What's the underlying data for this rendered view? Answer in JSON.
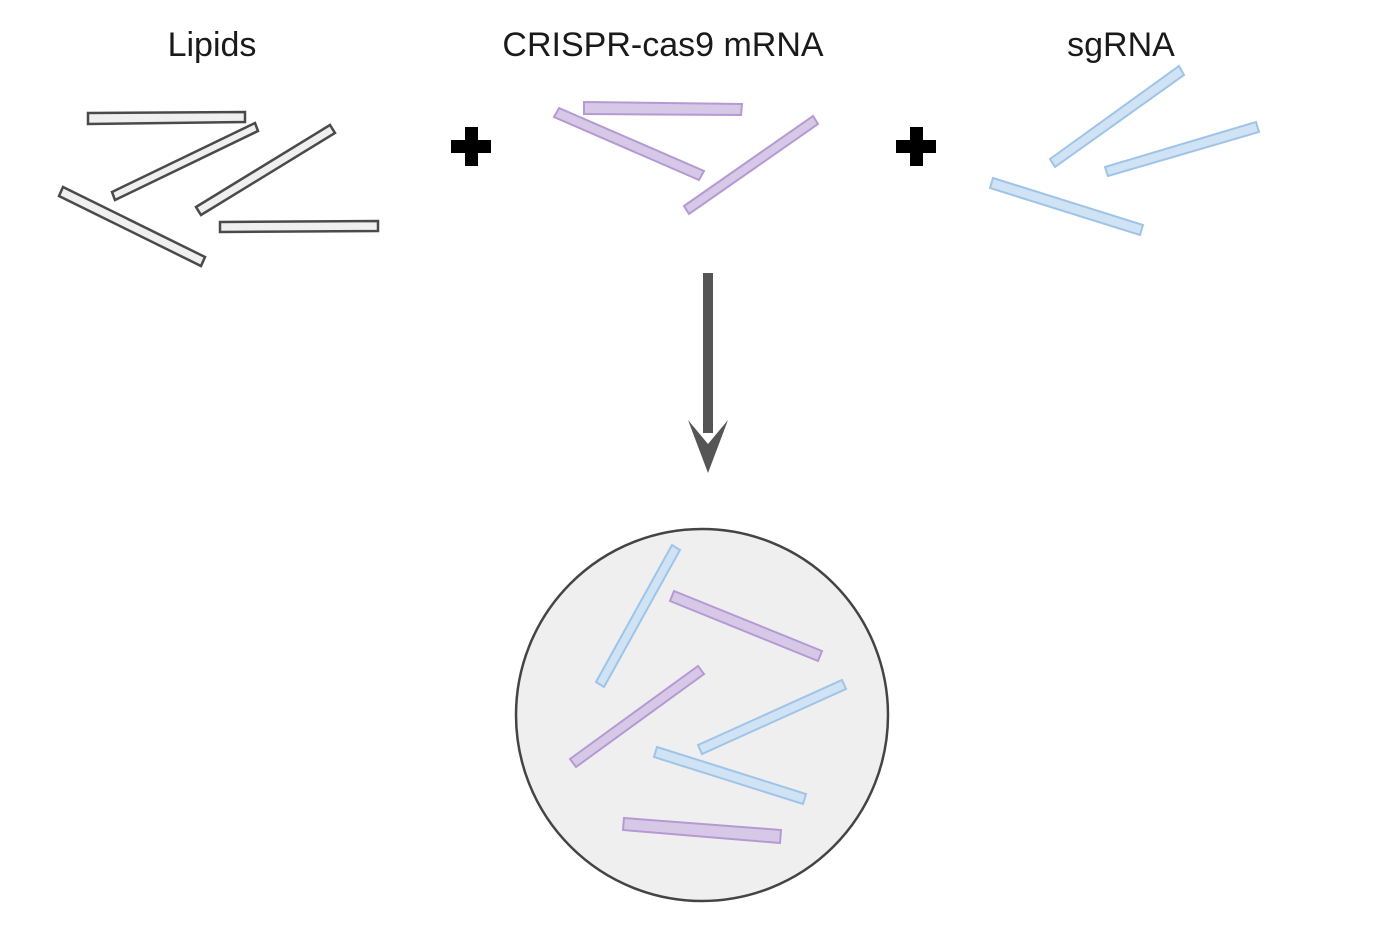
{
  "labels": {
    "lipids": "Lipids",
    "mrna": "CRISPR-cas9 mRNA",
    "sgrna": "sgRNA"
  },
  "colors": {
    "lipid_fill": "#efefef",
    "lipid_stroke": "#4a4a4a",
    "mrna_fill": "#d8c8e8",
    "mrna_stroke": "#b49ad2",
    "sgrna_fill": "#cfe3f5",
    "sgrna_stroke": "#9fc4e8",
    "nanoparticle_fill": "#efefef",
    "nanoparticle_stroke": "#444444",
    "arrow": "#555555",
    "plus": "#000000"
  },
  "icons": {
    "plus_sign": "plus-icon",
    "down_arrow": "arrow-down-icon",
    "particle": "lipid-nanoparticle"
  }
}
